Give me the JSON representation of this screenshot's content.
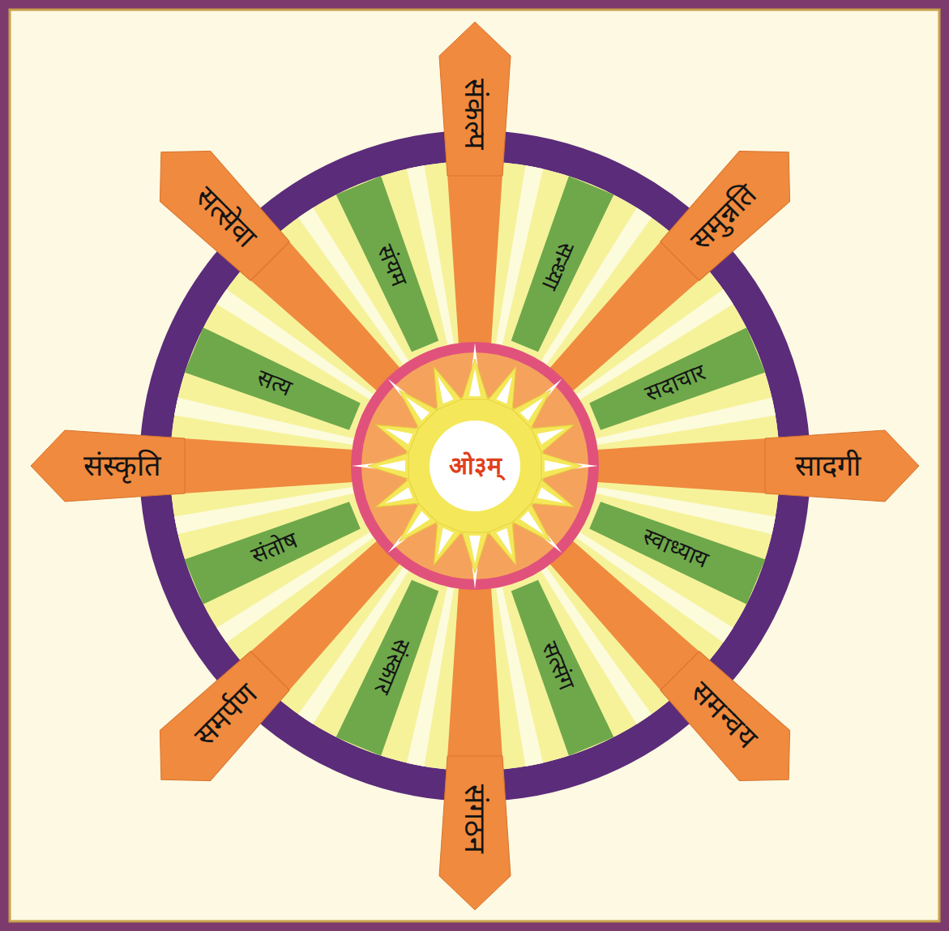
{
  "diagram": {
    "nodes": [
      {
        "text": [
          "ओ३म्"
        ]
      },
      {
        "text": [
          "संकल्प"
        ]
      },
      {
        "text": [
          "समुन्नति"
        ]
      },
      {
        "text": [
          "सादगी"
        ]
      },
      {
        "text": [
          "समन्वय"
        ]
      },
      {
        "text": [
          "संगठन"
        ]
      },
      {
        "text": [
          "समर्पण"
        ]
      },
      {
        "text": [
          "संस्कृति"
        ]
      },
      {
        "text": [
          "सत्सेवा"
        ]
      },
      {
        "text": [
          "सन्ध्या"
        ]
      },
      {
        "text": [
          "सदाचार"
        ]
      },
      {
        "text": [
          "स्वाध्याय"
        ]
      },
      {
        "text": [
          "सत्संग"
        ]
      },
      {
        "text": [
          "संस्कार"
        ]
      },
      {
        "text": [
          "संतोष"
        ]
      },
      {
        "text": [
          "सत्य"
        ]
      },
      {
        "text": [
          "संयम"
        ]
      }
    ]
  }
}
